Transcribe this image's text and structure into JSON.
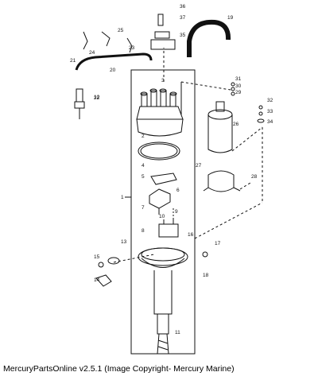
{
  "footer": {
    "caption": "MercuryPartsOnline v2.5.1 (Image Copyright- Mercury Marine)"
  },
  "callouts": [
    "1",
    "2",
    "3",
    "4",
    "5",
    "6",
    "7",
    "8",
    "9",
    "10",
    "11",
    "12",
    "13",
    "14",
    "15",
    "16",
    "17",
    "18",
    "19",
    "20",
    "21",
    "22",
    "23",
    "24",
    "25",
    "26",
    "27",
    "28",
    "29",
    "30",
    "31",
    "32",
    "33",
    "34",
    "35",
    "36",
    "37"
  ]
}
